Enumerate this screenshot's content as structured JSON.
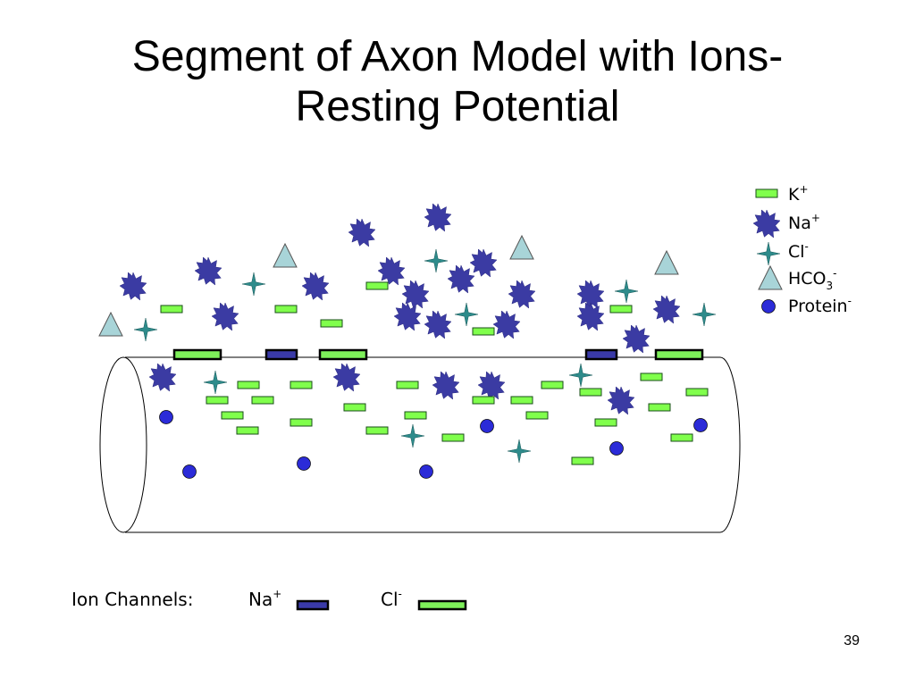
{
  "slide": {
    "title_line1": "Segment of Axon Model with Ions-",
    "title_line2": "Resting Potential",
    "page_number": "39"
  },
  "legend": {
    "k_label": "K",
    "k_sup": "+",
    "na_label": "Na",
    "na_sup": "+",
    "cl_label": "Cl",
    "cl_sup": "-",
    "hco3_label": "HCO",
    "hco3_sub": "3",
    "hco3_sup": "-",
    "protein_label": "Protein",
    "protein_sup": "-"
  },
  "ion_channels": {
    "label": "Ion Channels:",
    "na_label": "Na",
    "na_sup": "+",
    "cl_label": "Cl",
    "cl_sup": "-"
  },
  "colors": {
    "k_fill": "#80ff4c",
    "na_fill": "#3b3ba3",
    "cl_fill": "#2e8b8b",
    "hco3_fill": "#a8d4d8",
    "protein_fill": "#2b2bd8",
    "na_channel_fill": "#3a3aa8",
    "cl_channel_fill": "#7ef05a"
  }
}
